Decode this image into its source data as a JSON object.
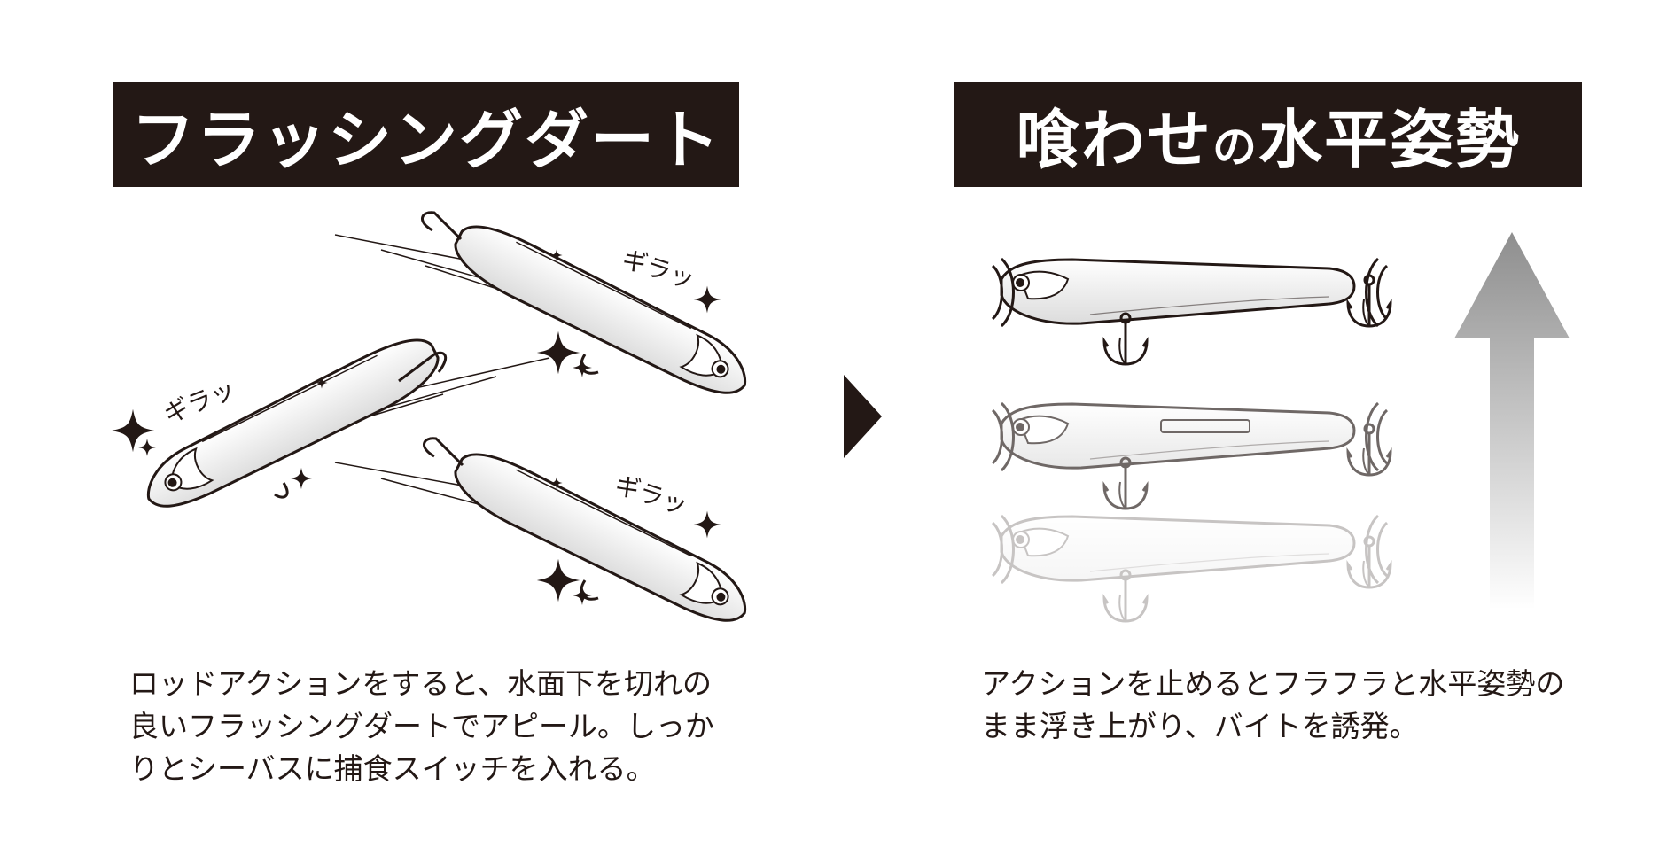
{
  "left_panel": {
    "title": "フラッシングダート",
    "lure_label": "ギラッ",
    "description_lines": [
      "ロッドアクションをすると、水面下を切れの",
      "良いフラッシングダートでアピール。しっか",
      "りとシーバスに捕食スイッチを入れる。"
    ]
  },
  "right_panel": {
    "title_main_1": "喰わせ",
    "title_small": "の",
    "title_main_2": "水平姿勢",
    "description_lines": [
      "アクションを止めるとフラフラと水平姿勢の",
      "まま浮き上がり、バイトを誘発。"
    ]
  },
  "colors": {
    "title_bg": "#231815",
    "title_text": "#ffffff",
    "body_text": "#231815",
    "arrow_top": "#8e8e8e"
  },
  "icons": [
    "triangle-right-arrow-icon",
    "up-arrow-icon",
    "sparkle-icon",
    "treble-hook-icon",
    "vibration-lines-icon"
  ]
}
